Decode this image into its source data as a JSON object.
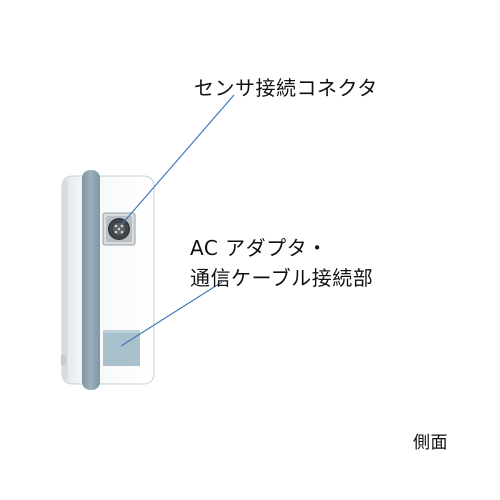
{
  "labels": {
    "sensor_connector": "センサ接続コネクタ",
    "ac_adapter_line1": "AC アダプタ・",
    "ac_adapter_line2": "通信ケーブル接続部",
    "view_name": "側面"
  },
  "colors": {
    "leader_line": "#3f78b8",
    "band": "#8fa5b1",
    "port_cover": "#a9c1cc",
    "body": "#eef0f2"
  }
}
